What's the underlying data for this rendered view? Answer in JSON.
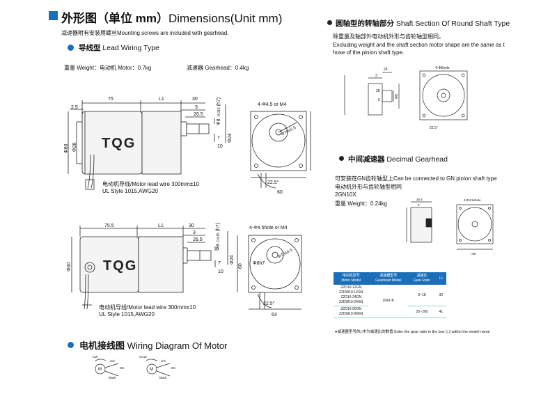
{
  "header": {
    "title_cn": "外形图（单位 mm）",
    "title_en": "Dimensions(Unit mm)",
    "screws_note": "减速器附有安装用螺丝Mounting screws are included with gearhead."
  },
  "lead_wiring": {
    "heading_cn": "导线型",
    "heading_en": "Lead Wiring Type",
    "motor_weight": "重量 Weight：电动机 Motor：0.7kg",
    "gearhead_weight": "减速器 Gearhead：0.4kg"
  },
  "drawing1": {
    "dims": {
      "d75": "75",
      "dL1": "L1",
      "d30": "30",
      "d25": "2.5",
      "d3": "3",
      "d265": "26.5",
      "d7": "7",
      "d10": "10",
      "d8": "Φ8",
      "d8tol": "-0.015",
      "d8fit": "(h7)",
      "d24": "Φ24",
      "d60": "Φ60",
      "d28": "Φ28",
      "holes": "4-Φ4.5 or M4",
      "pcd": "Φ70±0.5",
      "ang": "22.5°",
      "sq60": "60"
    },
    "brand": "TQG",
    "lead_note": "电动机导线/Motor lead wire 300mm±10",
    "ul_note": "UL Style 1015,AWG20"
  },
  "drawing2": {
    "dims": {
      "d755": "75.5",
      "dL1": "L1",
      "d30": "30",
      "d3": "3",
      "d265": "26.5",
      "d7": "7",
      "d10": "10",
      "d8": "Φ8",
      "d8tol": "-0.015",
      "d8fit": "(h7)",
      "d24": "Φ24",
      "d60": "Φ60",
      "holes": "4-Φ4.5hole or M4",
      "pcd": "Φ70±0.5",
      "ang": "22.5°",
      "d8h7": "Φ8h7",
      "d63": "63",
      "d60r": "60"
    },
    "brand": "TQG",
    "lead_note": "电动机导线/Motor lead wire 300mm±10",
    "ul_note": "UL Style 1015,AWG20"
  },
  "wiring": {
    "heading_cn": "电机接线图",
    "heading_en": "Wiring Diagram Of Motor",
    "cw": "CW",
    "ccw": "CCW",
    "red": "red",
    "black": "black",
    "dc": "DC",
    "m": "M"
  },
  "shaft_section": {
    "heading_cn": "圆轴型的转轴部分",
    "heading_en": "Shaft Section Of Round Shaft Type",
    "note_cn": "除重量及轴部外电动机外形与齿轮轴型相同。",
    "note_en1": "Excluding weight and the shaft section motor shape are the same as t",
    "note_en2": "hose of the pinion shaft type.",
    "dims": {
      "d24": "24",
      "d3": "3",
      "d28": "28",
      "d5": "5",
      "d8": "Φ8",
      "holes": "4-Φ5hole",
      "ang": "22.5°"
    }
  },
  "decimal": {
    "heading_cn": "中间减速器",
    "heading_en": "Decimal Gearhead",
    "desc1": "可安装在GN齿轮轴型上Can be connected to GN pinion shaft type",
    "desc2": "电动机外形与齿轮轴型相同",
    "model": "2GN10X",
    "weight": "重量 Weight：0.24kg",
    "dims": {
      "d255": "25.5",
      "d5": "5",
      "holes": "4-Φ4.5xhole",
      "sq60": "□60"
    }
  },
  "gear_table": {
    "headers": [
      {
        "cn": "电动机型号",
        "en": "Motor Model"
      },
      {
        "cn": "减速器型号",
        "en": "Gearhead Model"
      },
      {
        "cn": "减速比",
        "en": "Gear Ratio"
      },
      {
        "cn": "L1",
        "en": ""
      }
    ],
    "models_a": [
      "Z2D10-12GN",
      "Z2DW10-12GN",
      "Z2D10-24GN",
      "Z2DW10-24GN"
    ],
    "models_b": [
      "Z2D10-90GN",
      "Z2DW10-90GN"
    ],
    "gearhead": "2GN□K",
    "ratio_a": "3~18",
    "l1_a": "32",
    "ratio_b": "25~200",
    "l1_b": "41",
    "footnote": "●减速器型号的□中为减速比的数值  Enter the gear ratio in the box (□) within the model name"
  }
}
